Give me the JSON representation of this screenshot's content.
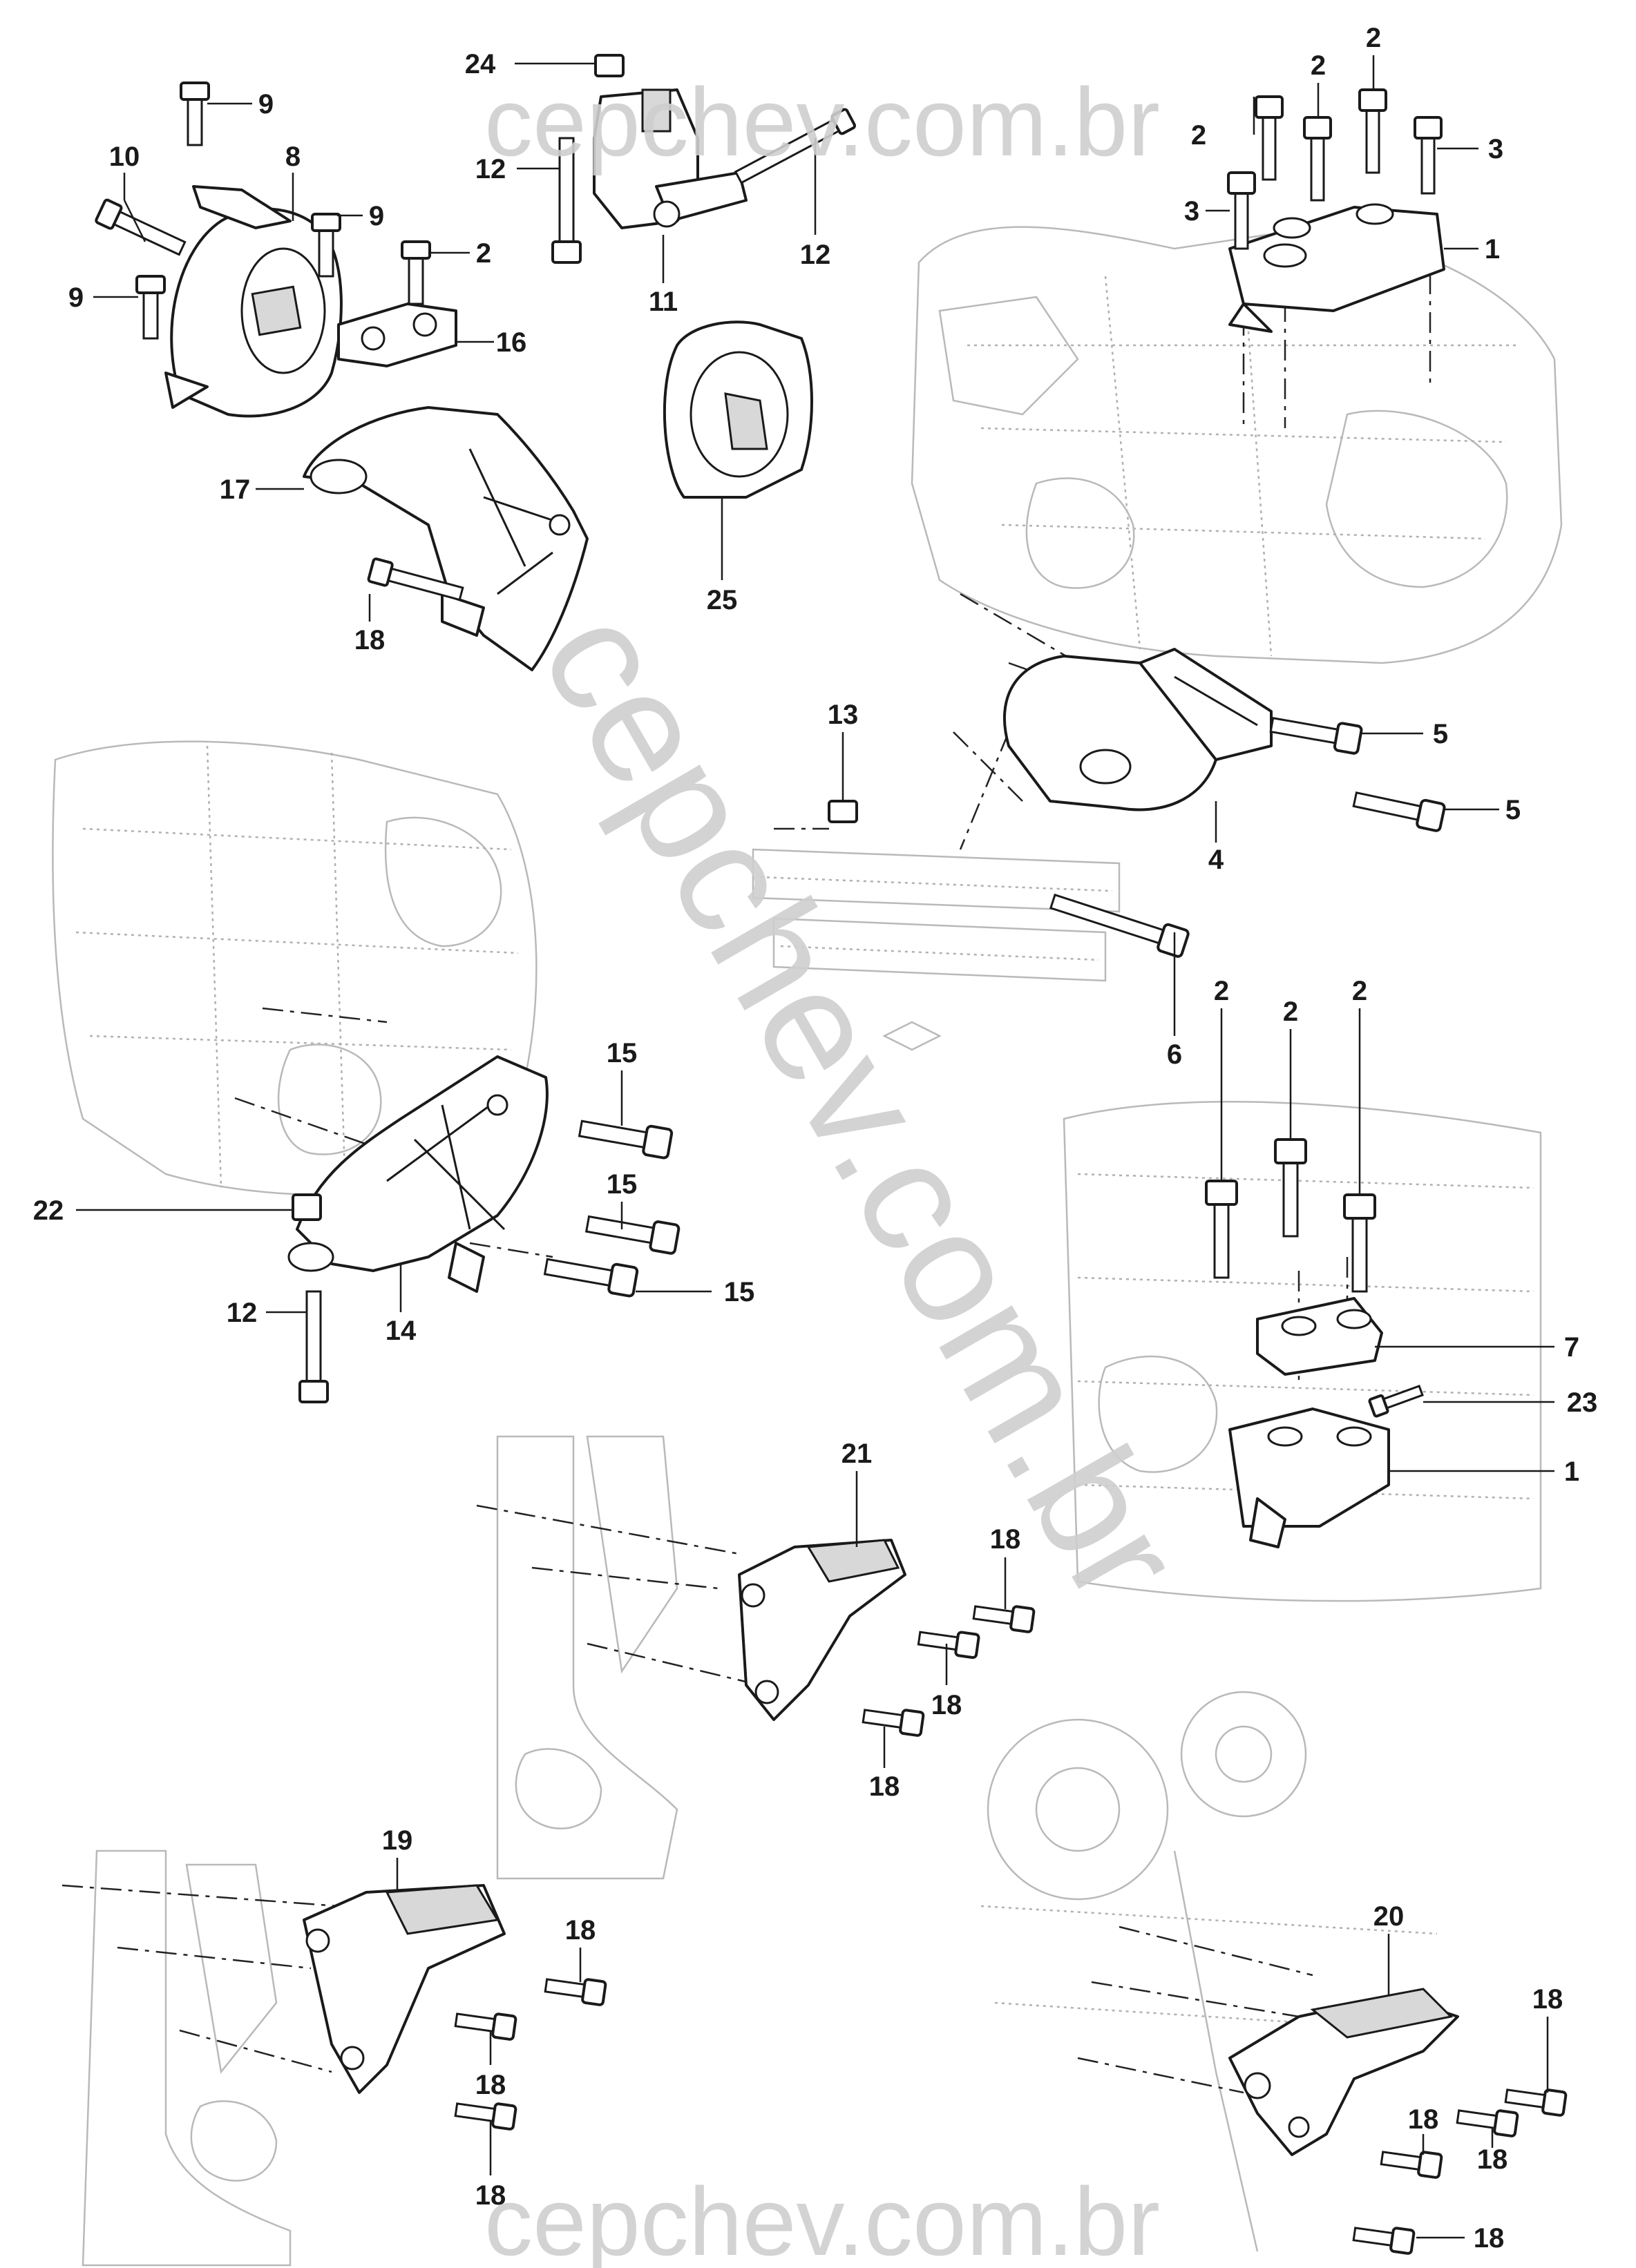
{
  "watermarks": {
    "top": "cepchev.com.br",
    "diagonal": "cepchev.com.br",
    "bottom": "cepchev.com.br"
  },
  "callouts": [
    {
      "id": "c24",
      "text": "24"
    },
    {
      "id": "c9a",
      "text": "9"
    },
    {
      "id": "c12a",
      "text": "12"
    },
    {
      "id": "c12b",
      "text": "12"
    },
    {
      "id": "c10",
      "text": "10"
    },
    {
      "id": "c8",
      "text": "8"
    },
    {
      "id": "c9b",
      "text": "9"
    },
    {
      "id": "c2a",
      "text": "2"
    },
    {
      "id": "c9c",
      "text": "9"
    },
    {
      "id": "c11",
      "text": "11"
    },
    {
      "id": "c16",
      "text": "16"
    },
    {
      "id": "c17",
      "text": "17"
    },
    {
      "id": "c18a",
      "text": "18"
    },
    {
      "id": "c25",
      "text": "25"
    },
    {
      "id": "c2b",
      "text": "2"
    },
    {
      "id": "c2c",
      "text": "2"
    },
    {
      "id": "c2d",
      "text": "2"
    },
    {
      "id": "c3a",
      "text": "3"
    },
    {
      "id": "c3b",
      "text": "3"
    },
    {
      "id": "c1a",
      "text": "1"
    },
    {
      "id": "c13",
      "text": "13"
    },
    {
      "id": "c5a",
      "text": "5"
    },
    {
      "id": "c5b",
      "text": "5"
    },
    {
      "id": "c4",
      "text": "4"
    },
    {
      "id": "c6",
      "text": "6"
    },
    {
      "id": "c15a",
      "text": "15"
    },
    {
      "id": "c15b",
      "text": "15"
    },
    {
      "id": "c15c",
      "text": "15"
    },
    {
      "id": "c22",
      "text": "22"
    },
    {
      "id": "c12c",
      "text": "12"
    },
    {
      "id": "c14",
      "text": "14"
    },
    {
      "id": "c2e",
      "text": "2"
    },
    {
      "id": "c2f",
      "text": "2"
    },
    {
      "id": "c2g",
      "text": "2"
    },
    {
      "id": "c7",
      "text": "7"
    },
    {
      "id": "c23",
      "text": "23"
    },
    {
      "id": "c1b",
      "text": "1"
    },
    {
      "id": "c21",
      "text": "21"
    },
    {
      "id": "c18b",
      "text": "18"
    },
    {
      "id": "c18c",
      "text": "18"
    },
    {
      "id": "c18d",
      "text": "18"
    },
    {
      "id": "c19",
      "text": "19"
    },
    {
      "id": "c18e",
      "text": "18"
    },
    {
      "id": "c18f",
      "text": "18"
    },
    {
      "id": "c18g",
      "text": "18"
    },
    {
      "id": "c20",
      "text": "20"
    },
    {
      "id": "c18h",
      "text": "18"
    },
    {
      "id": "c18i",
      "text": "18"
    },
    {
      "id": "c18j",
      "text": "18"
    },
    {
      "id": "c18k",
      "text": "18"
    }
  ]
}
